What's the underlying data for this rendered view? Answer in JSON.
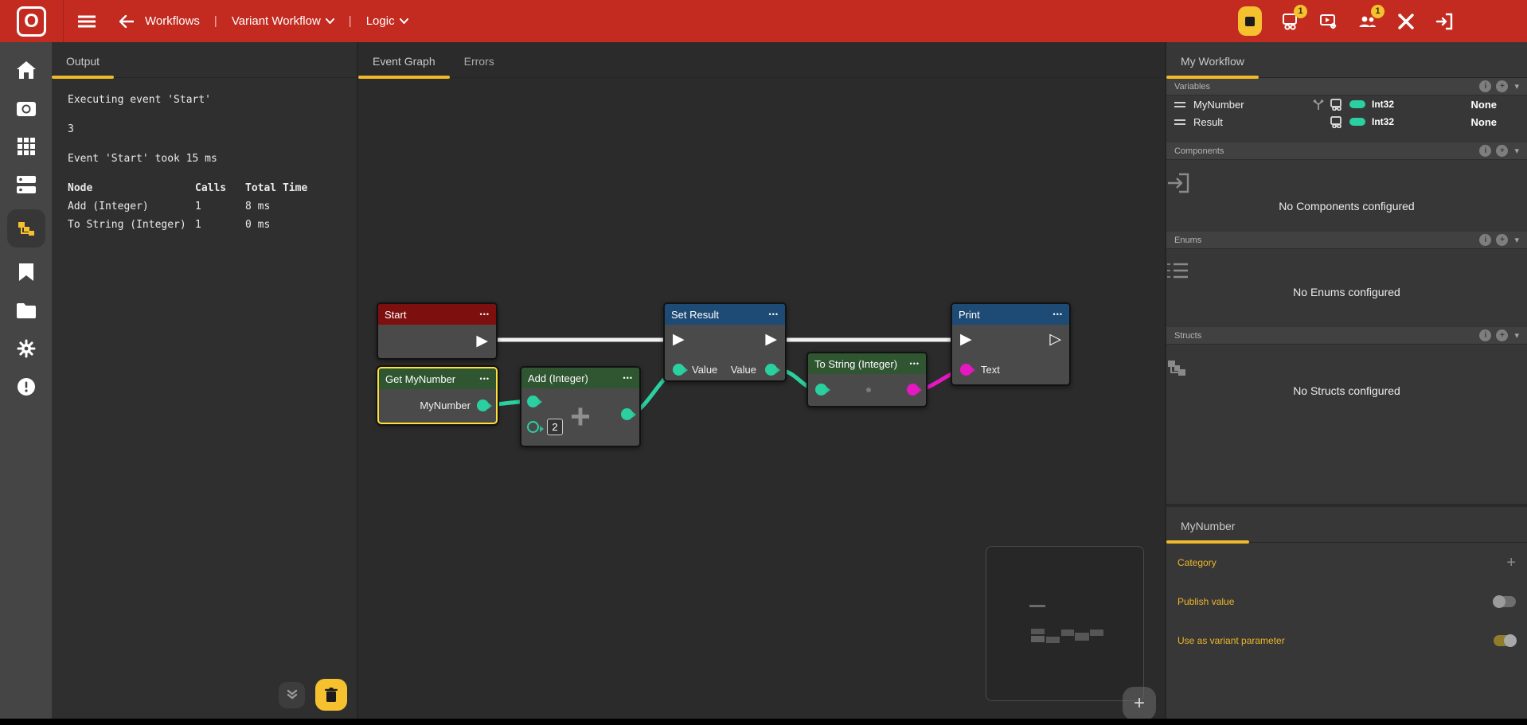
{
  "ui": {
    "chevron": "▾",
    "info_glyph": "i",
    "plus_glyph": "+",
    "menu_glyph": "•••"
  },
  "colors": {
    "accent_yellow": "#f5c12e",
    "header_red": "#c32b20",
    "teal": "#2bd0a0",
    "magenta": "#e518c2"
  },
  "header": {
    "back": "Workflows",
    "divider": "|",
    "workflow_menu": "Variant Workflow",
    "graph_menu": "Logic",
    "publish_badge": "1",
    "users_badge": "1"
  },
  "output_panel": {
    "tab": "Output",
    "lines": [
      "Executing event 'Start'",
      "3",
      "Event 'Start' took 15 ms"
    ],
    "table": {
      "headers": [
        "Node",
        "Calls",
        "Total Time"
      ],
      "rows": [
        [
          "Add  (Integer)",
          "1",
          "8 ms"
        ],
        [
          "To String  (Integer)",
          "1",
          "0 ms"
        ]
      ]
    }
  },
  "graph": {
    "tabs": {
      "event_graph": "Event Graph",
      "errors": "Errors"
    },
    "exec_filled": "▶",
    "exec_hollow": "▷",
    "nodes": {
      "start": {
        "title": "Start"
      },
      "get_mynumber": {
        "title": "Get MyNumber",
        "output": "MyNumber"
      },
      "add": {
        "title": "Add (Integer)",
        "operator": "+",
        "input2_value": "2"
      },
      "set_result": {
        "title": "Set Result",
        "input": "Value",
        "output": "Value"
      },
      "to_string": {
        "title": "To String (Integer)"
      },
      "print": {
        "title": "Print",
        "input": "Text"
      }
    }
  },
  "right_panel": {
    "tab": "My Workflow",
    "sections": {
      "variables": {
        "title": "Variables"
      },
      "components": {
        "title": "Components",
        "empty": "No Components configured"
      },
      "enums": {
        "title": "Enums",
        "empty": "No Enums configured"
      },
      "structs": {
        "title": "Structs",
        "empty": "No Structs configured"
      }
    },
    "variables": [
      {
        "name": "MyNumber",
        "type": "Int32",
        "value": "None"
      },
      {
        "name": "Result",
        "type": "Int32",
        "value": "None"
      }
    ]
  },
  "detail_panel": {
    "tab": "MyNumber",
    "category_label": "Category",
    "publish_label": "Publish value",
    "variant_label": "Use as variant parameter"
  }
}
